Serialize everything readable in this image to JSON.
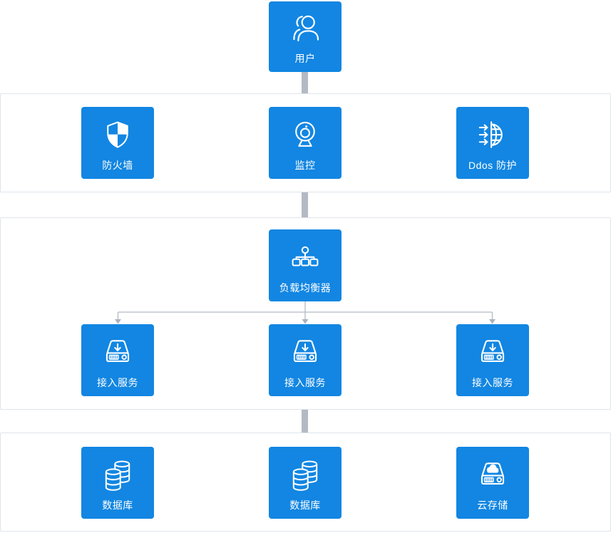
{
  "colors": {
    "tile_blue": "#1286e2",
    "connector_gray": "#b3bac4",
    "section_border": "#dfe5eb",
    "icon_white": "#ffffff"
  },
  "nodes": {
    "user": "用户",
    "firewall": "防火墙",
    "monitor": "监控",
    "ddos": "Ddos 防护",
    "load_balancer": "负载均衡器",
    "access_1": "接入服务",
    "access_2": "接入服务",
    "access_3": "接入服务",
    "database_1": "数据库",
    "database_2": "数据库",
    "cloud_storage": "云存储"
  }
}
